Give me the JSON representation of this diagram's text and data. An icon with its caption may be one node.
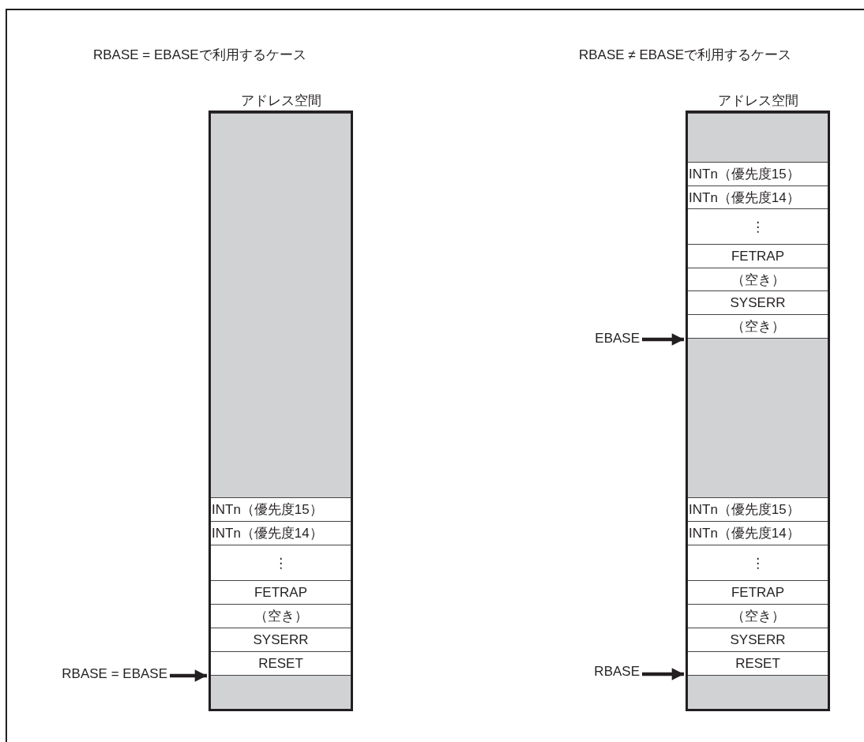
{
  "diagram": {
    "nodes": [
      {
        "text": [
          "アドレス空間"
        ]
      },
      {
        "text": [],
        "shape": "box",
        "in": 0
      },
      {
        "text": [
          "INTn（優先度15）"
        ],
        "in": 0
      },
      {
        "text": [
          "INTn（優先度14）"
        ],
        "in": 0
      },
      {
        "text": [
          "⋮"
        ],
        "in": 0
      },
      {
        "text": [
          "FETRAP"
        ],
        "in": 0
      },
      {
        "text": [
          "（空き）"
        ],
        "in": 0
      },
      {
        "text": [
          "SYSERR"
        ],
        "in": 0
      },
      {
        "text": [
          "RESET"
        ],
        "in": 0
      },
      {
        "text": [],
        "shape": "box",
        "in": 0
      },
      {
        "text": [
          "RBASE = EBASE"
        ]
      },
      {
        "text": [
          "アドレス空間"
        ]
      },
      {
        "text": [],
        "shape": "box",
        "in": 11
      },
      {
        "text": [
          "INTn（優先度15）"
        ],
        "in": 11
      },
      {
        "text": [
          "INTn（優先度14）"
        ],
        "in": 11
      },
      {
        "text": [
          "⋮"
        ],
        "in": 11
      },
      {
        "text": [
          "FETRAP"
        ],
        "in": 11
      },
      {
        "text": [
          "（空き）"
        ],
        "in": 11
      },
      {
        "text": [
          "SYSERR"
        ],
        "in": 11
      },
      {
        "text": [
          "（空き）"
        ],
        "in": 11
      },
      {
        "text": [],
        "shape": "box",
        "in": 11
      },
      {
        "text": [
          "INTn（優先度15）"
        ],
        "in": 11
      },
      {
        "text": [
          "INTn（優先度14）"
        ],
        "in": 11
      },
      {
        "text": [
          "⋮"
        ],
        "in": 11
      },
      {
        "text": [
          "FETRAP"
        ],
        "in": 11
      },
      {
        "text": [
          "（空き）"
        ],
        "in": 11
      },
      {
        "text": [
          "SYSERR"
        ],
        "in": 11
      },
      {
        "text": [
          "RESET"
        ],
        "in": 11
      },
      {
        "text": [],
        "shape": "box",
        "in": 11
      },
      {
        "text": [
          "EBASE"
        ]
      },
      {
        "text": [
          "RBASE"
        ]
      }
    ],
    "edges": [
      {
        "from": 10,
        "to": 0,
        "arrow": "to"
      },
      {
        "from": 29,
        "to": 11,
        "arrow": "to"
      },
      {
        "from": 30,
        "to": 11,
        "arrow": "to"
      }
    ],
    "labels": [
      "RBASE = EBASEで利用するケース",
      "RBASE ≠ EBASEで利用するケース"
    ]
  }
}
